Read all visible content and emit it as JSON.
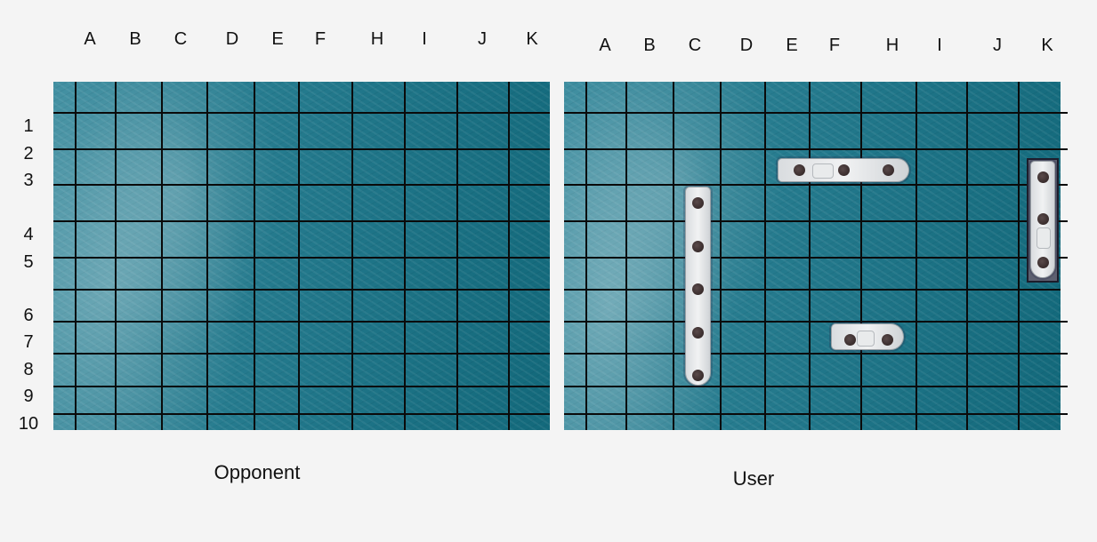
{
  "boards": [
    {
      "id": "opponent",
      "caption": "Opponent",
      "columns": [
        "A",
        "B",
        "C",
        "D",
        "E",
        "F",
        "H",
        "I",
        "J",
        "K"
      ],
      "rows": [
        "1",
        "2",
        "3",
        "4",
        "5",
        "6",
        "7",
        "8",
        "9",
        "10"
      ],
      "ships": []
    },
    {
      "id": "user",
      "caption": "User",
      "columns": [
        "A",
        "B",
        "C",
        "D",
        "E",
        "F",
        "H",
        "I",
        "J",
        "K"
      ],
      "ships": [
        {
          "name": "ship-c-vertical",
          "orientation": "vertical",
          "start": "C4",
          "end": "C9"
        },
        {
          "name": "ship-e-horizontal",
          "orientation": "horizontal",
          "start": "E3",
          "end": "H3"
        },
        {
          "name": "ship-k-vertical",
          "orientation": "vertical",
          "start": "K3",
          "end": "K5"
        },
        {
          "name": "ship-f-horizontal",
          "orientation": "horizontal",
          "start": "F7",
          "end": "H7"
        }
      ]
    }
  ],
  "colors": {
    "grid_line": "#0a0a0a",
    "water": "#1f7588",
    "background": "#f4f4f4"
  }
}
